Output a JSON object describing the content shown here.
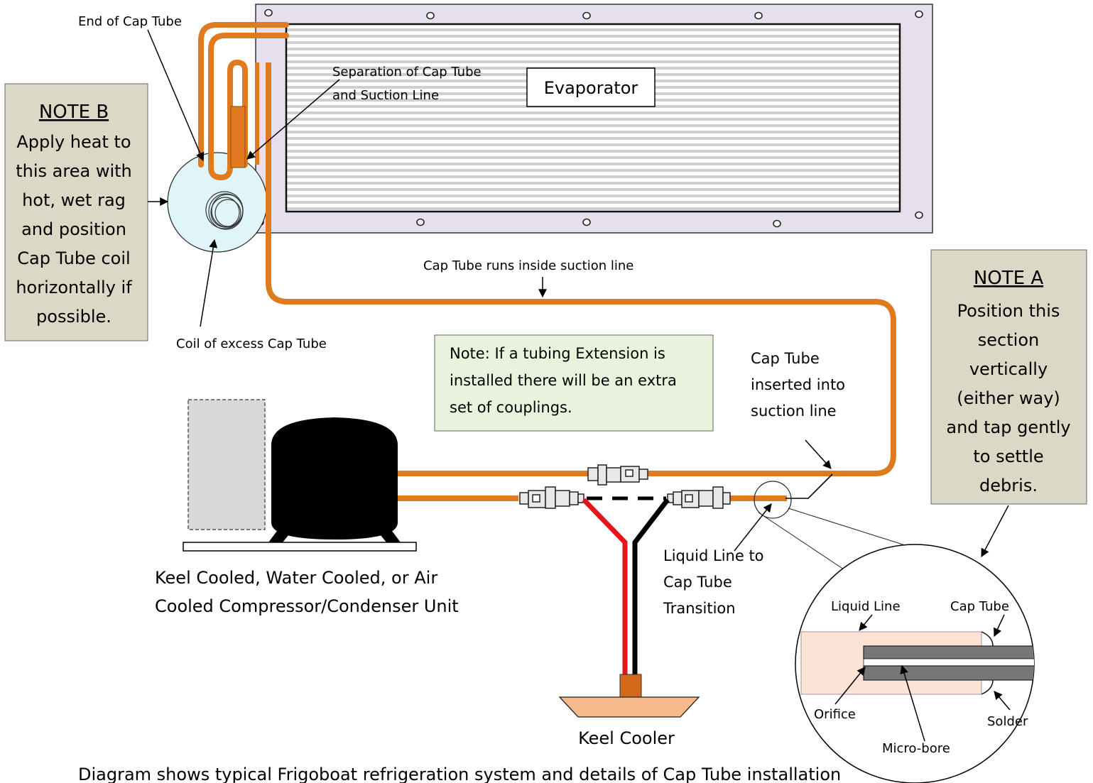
{
  "labels": {
    "end_of_cap_tube": "End of Cap Tube",
    "separation_line1": "Separation of Cap Tube",
    "separation_line2": "and Suction Line",
    "evaporator": "Evaporator",
    "coil_of_excess": "Coil of excess Cap Tube",
    "cap_tube_runs": "Cap Tube runs inside suction line",
    "inserted_line1": "Cap Tube",
    "inserted_line2": "inserted into",
    "inserted_line3": "suction line",
    "transition_line1": "Liquid Line to",
    "transition_line2": "Cap Tube",
    "transition_line3": "Transition",
    "unit_line1": "Keel Cooled, Water Cooled, or Air",
    "unit_line2": "Cooled Compressor/Condenser Unit",
    "keel_cooler": "Keel Cooler",
    "detail_liquid_line": "Liquid Line",
    "detail_cap_tube": "Cap Tube",
    "detail_orifice": "Orifice",
    "detail_solder": "Solder",
    "detail_microbore": "Micro-bore"
  },
  "note_box": {
    "line1": "Note: If a tubing Extension is",
    "line2": "installed there will be an extra",
    "line3": "set of couplings."
  },
  "note_a": {
    "title": "NOTE A",
    "lines": [
      "Position this",
      "section",
      "vertically",
      "(either way)",
      "and tap gently",
      "to settle",
      "debris."
    ]
  },
  "note_b": {
    "title": "NOTE B",
    "lines": [
      "Apply heat to",
      "this area with",
      "hot, wet rag",
      "and position",
      "Cap Tube coil",
      "horizontally if",
      "possible."
    ]
  },
  "caption": "Diagram shows typical Frigoboat refrigeration system and details of Cap Tube installation",
  "colors": {
    "tube": "#e07a1f",
    "evaporator_frame": "#e6e0ee",
    "note_bg": "#dcd8c6",
    "note_box_bg": "#e8f2dc",
    "red_wire": "#e8141b",
    "keel_cooler": "#f6b98c",
    "keel_stem": "#d4691c"
  }
}
